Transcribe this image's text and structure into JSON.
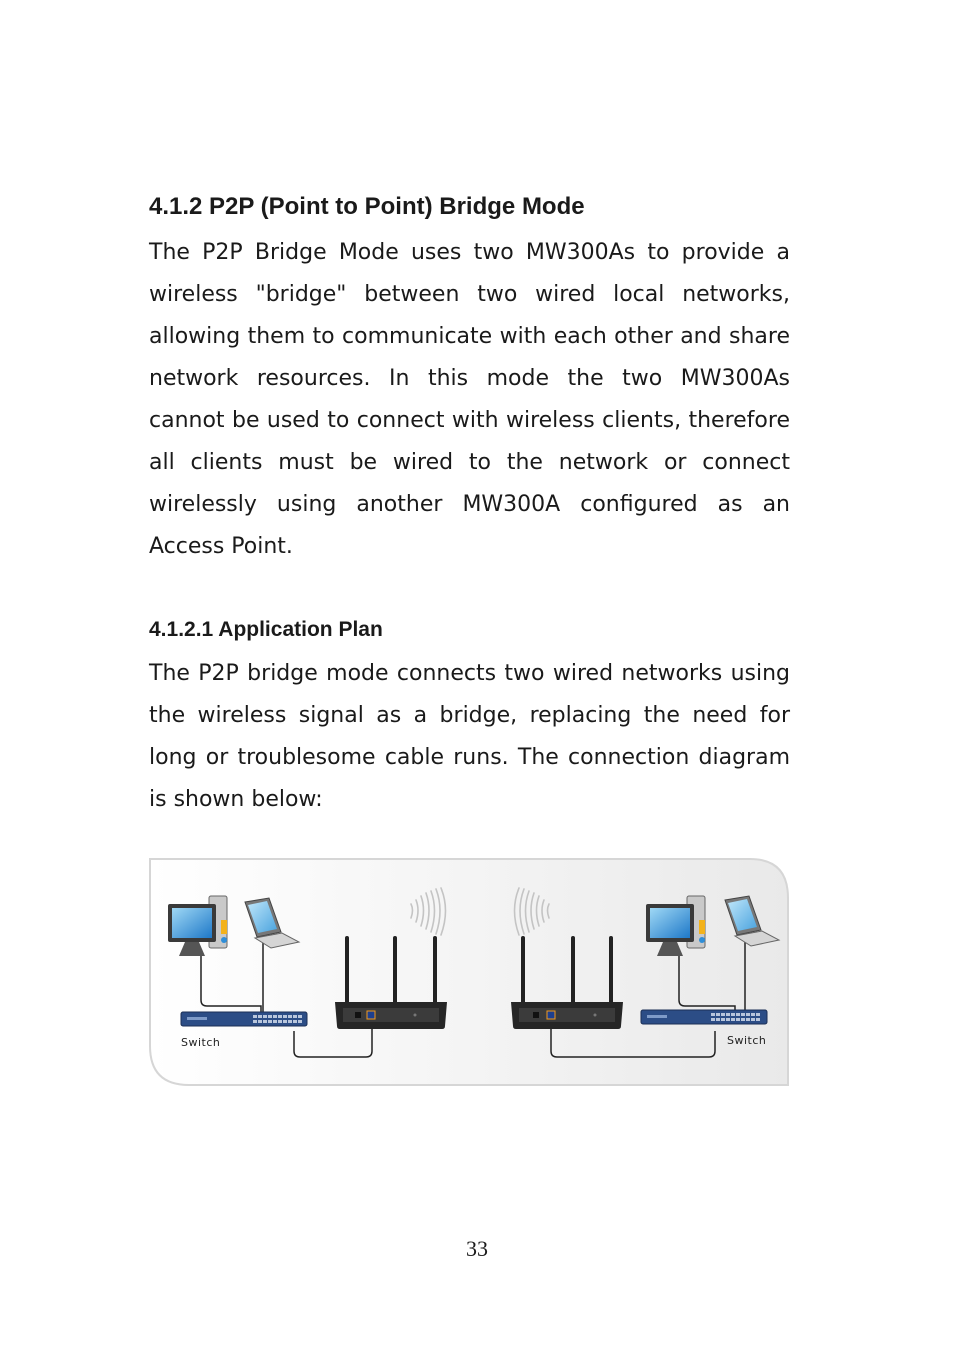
{
  "section": {
    "heading": "4.1.2 P2P (Point to Point) Bridge Mode",
    "paragraph": "The P2P Bridge Mode uses two MW300As to provide a wireless \"bridge\" between two wired local networks, allowing them to communicate with each other and share network resources. In this mode the two MW300As cannot be used to connect with wireless clients, therefore all clients must be wired to the network or connect wirelessly using another MW300A configured as an Access Point."
  },
  "subsection": {
    "heading": "4.1.2.1 Application Plan",
    "paragraph": "The P2P bridge mode connects two wired networks using the wireless signal as a bridge, replacing the need for long or troublesome cable runs. The connection diagram is shown below:"
  },
  "diagram": {
    "left_switch_label": "Switch",
    "right_switch_label": "Switch",
    "icons": [
      "desktop-computer-icon",
      "laptop-icon",
      "network-switch-icon",
      "wireless-router-icon",
      "wireless-signal-icon"
    ]
  },
  "footer": {
    "page_number": "33"
  }
}
